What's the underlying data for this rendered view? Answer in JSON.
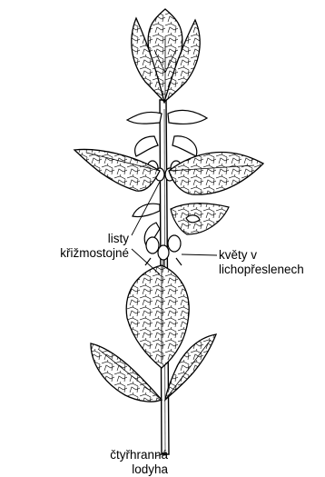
{
  "labels": {
    "leaves": [
      "listy",
      "křižmostojné"
    ],
    "flowers": [
      "květy v",
      "lichopřeslenech"
    ],
    "stem": [
      "čtyřhranná",
      "lodyha"
    ]
  },
  "colors": {
    "ink": "#000000",
    "background": "#ffffff"
  }
}
